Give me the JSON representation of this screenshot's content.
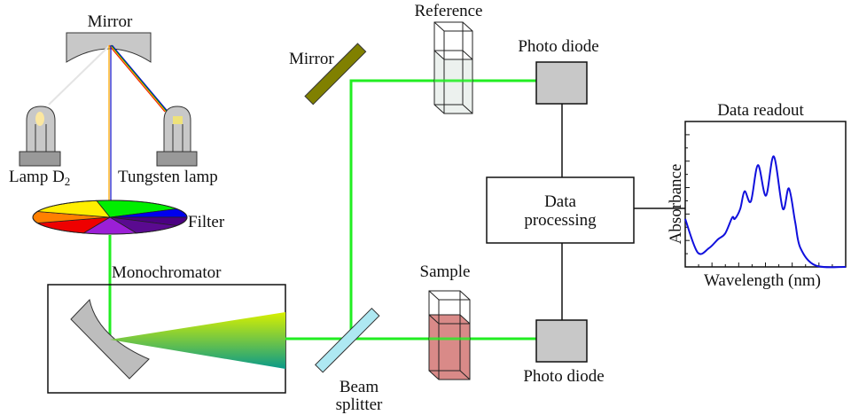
{
  "labels": {
    "top_mirror": "Mirror",
    "lamp_d2": "Lamp D",
    "lamp_d2_sub": "2",
    "tungsten_lamp": "Tungsten lamp",
    "filter": "Filter",
    "monochromator": "Monochromator",
    "mirror": "Mirror",
    "reference": "Reference",
    "photo_diode_top": "Photo diode",
    "data_processing_line1": "Data",
    "data_processing_line2": "processing",
    "sample": "Sample",
    "photo_diode_bottom": "Photo diode",
    "beam_splitter_line1": "Beam",
    "beam_splitter_line2": "splitter"
  },
  "colors": {
    "beam": "#22ee22",
    "mirror_grey": "#c8c8c8",
    "mirror_olive": "#808000",
    "beam_splitter": "#aee8f2",
    "sample_liquid": "#d98a88",
    "reference_liquid": "#eaefec",
    "spectrum_top": "#d8f000",
    "spectrum_bottom": "#0a9a8a",
    "curve": "#1010dd",
    "filter_segments": [
      "#00ee00",
      "#0000ee",
      "#4b0082",
      "#5a0a90",
      "#9b1fd6",
      "#ee0000",
      "#ff8000",
      "#ffee00"
    ]
  },
  "chart_data": {
    "type": "line",
    "title": "Data readout",
    "xlabel": "Wavelength (nm)",
    "ylabel": "Absorbance",
    "xlim": [
      0,
      100
    ],
    "ylim": [
      0,
      1
    ],
    "grid": false,
    "series": [
      {
        "x": [
          0,
          7.7,
          14.9,
          20.4,
          24.9,
          29.3,
          30.9,
          34.3,
          37.0,
          40.9,
          45.3,
          50.3,
          55.2,
          60.8,
          64.6,
          68.5,
          71.8,
          81.2,
          100
        ],
        "y": [
          0.33,
          0.1,
          0.13,
          0.19,
          0.23,
          0.34,
          0.33,
          0.4,
          0.52,
          0.45,
          0.7,
          0.49,
          0.76,
          0.4,
          0.54,
          0.31,
          0.13,
          0.01,
          0.0
        ]
      }
    ]
  }
}
